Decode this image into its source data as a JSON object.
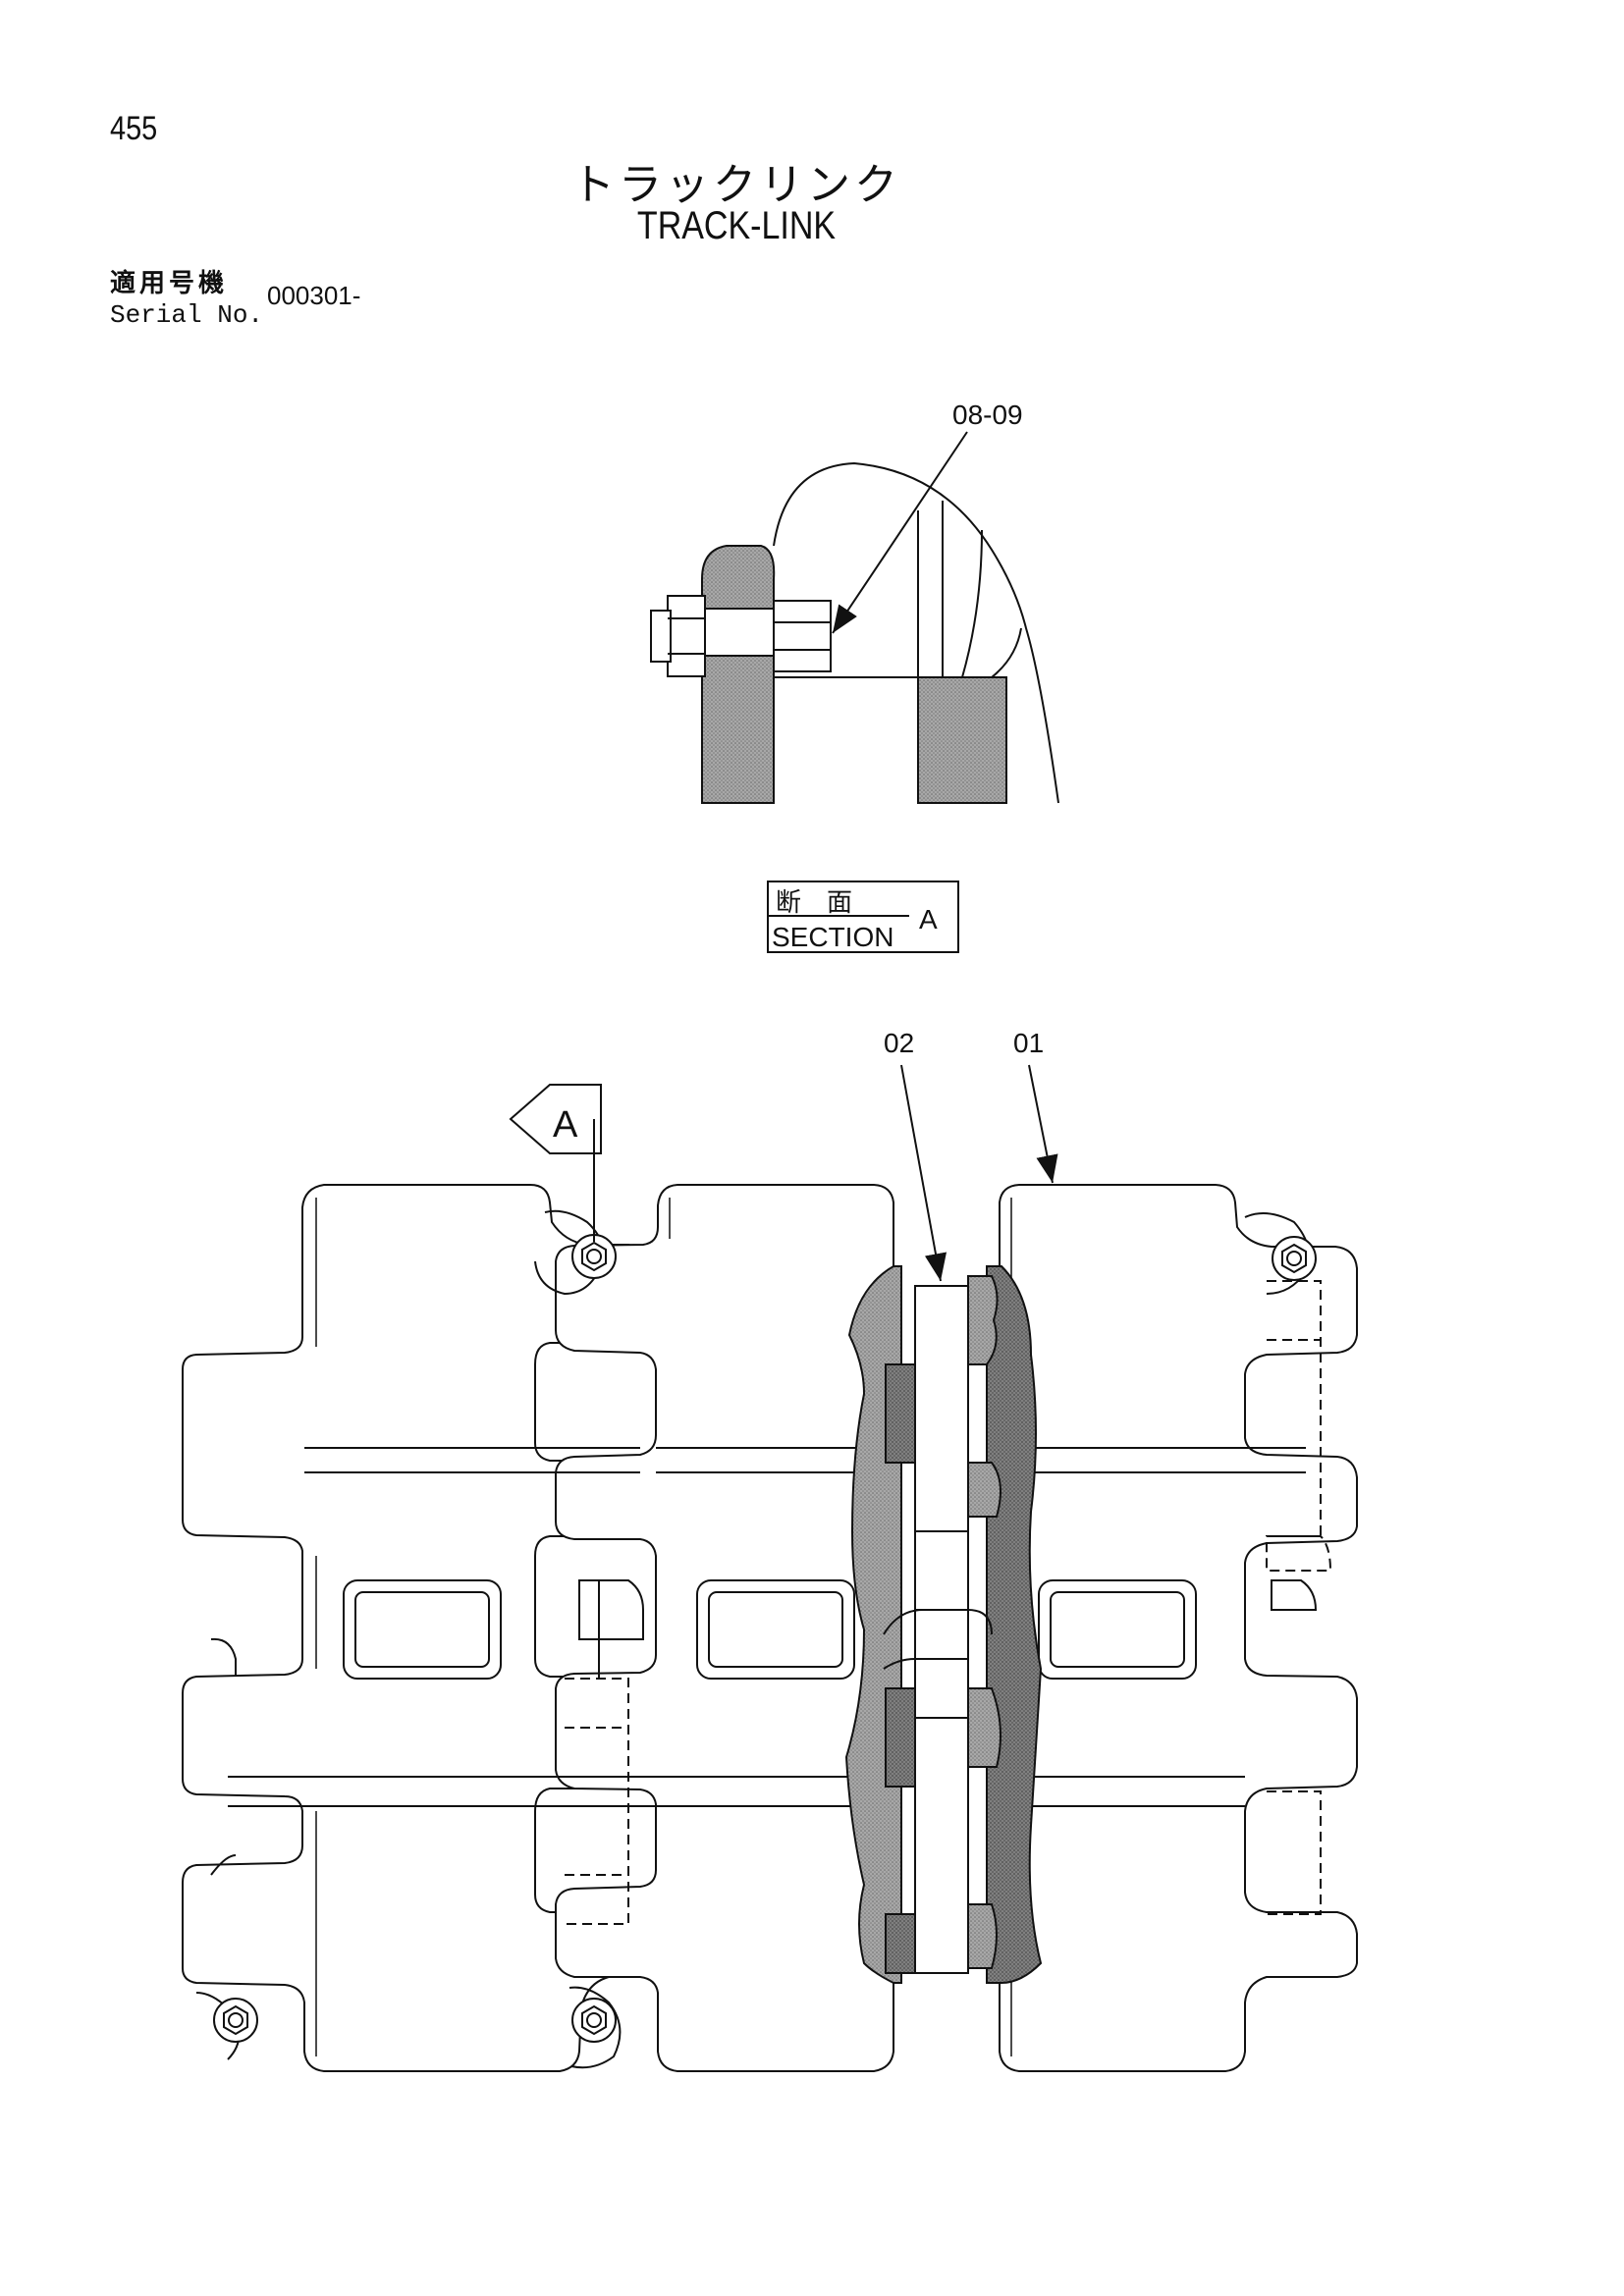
{
  "page": {
    "number": "455"
  },
  "title": {
    "japanese": "トラックリンク",
    "english": "TRACK-LINK"
  },
  "serial": {
    "label_japanese": "適用号機",
    "label_english": "Serial No.",
    "value": "000301-"
  },
  "section": {
    "japanese": "断　面",
    "english": "SECTION",
    "letter": "A"
  },
  "view_marker": {
    "letter": "A"
  },
  "callouts": {
    "bolt_nut": "08-09",
    "part_02": "02",
    "part_01": "01"
  },
  "colors": {
    "line": "#111111",
    "hatch": "#9a9a9a",
    "hatch_dark": "#6e6e6e",
    "paper": "#ffffff"
  }
}
